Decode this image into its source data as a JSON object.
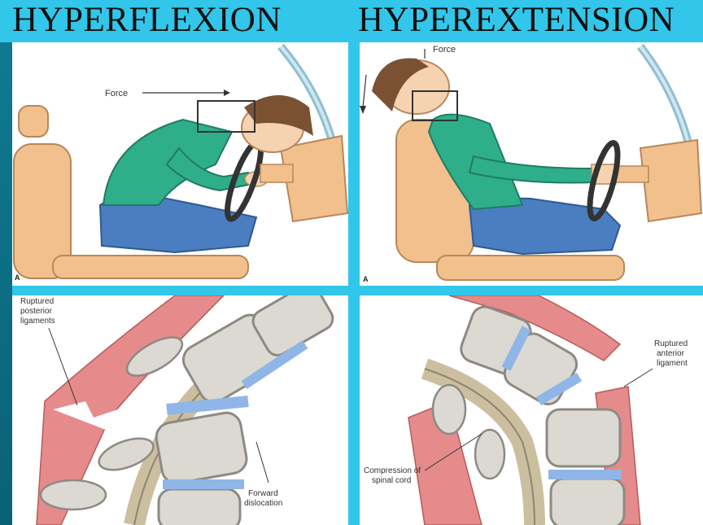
{
  "titles": {
    "left": "HYPERFLEXION",
    "right": "HYPEREXTENSION"
  },
  "panels": {
    "flexion_top": {
      "force_label": "Force",
      "letter": "A"
    },
    "extension_top": {
      "force_label": "Force",
      "letter": "A"
    },
    "flexion_bottom": {
      "label_ruptured": [
        "Ruptured",
        "posterior",
        "ligaments"
      ],
      "label_forward": [
        "Forward",
        "dislocation"
      ]
    },
    "extension_bottom": {
      "label_ruptured": [
        "Ruptured",
        "anterior",
        "ligament"
      ],
      "label_compression": [
        "Compression of",
        "spinal cord"
      ]
    }
  },
  "colors": {
    "frame": "#31c6ea",
    "background": "#0f7c93",
    "shirt": "#2fae8a",
    "jeans": "#4a7ec0",
    "seat": "#f2c08c",
    "ligament": "#e58b8b",
    "disc": "#8fb6e6",
    "bone": "#dcd8d2"
  }
}
